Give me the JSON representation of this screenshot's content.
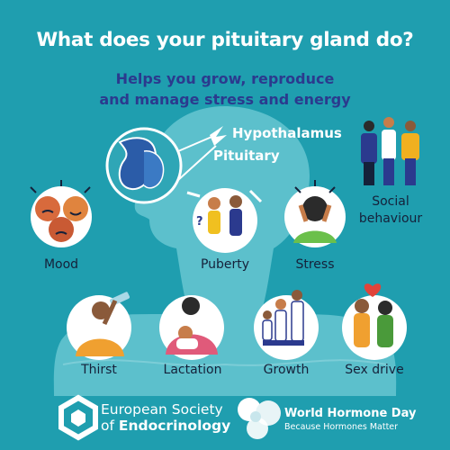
{
  "title": "What does your pituitary gland do?",
  "subtitle": {
    "line1": "Helps you grow, reproduce",
    "line2": "and manage stress and energy"
  },
  "gland_labels": {
    "hypothalamus": "Hypothalamus",
    "pituitary": "Pituitary"
  },
  "functions": [
    {
      "label": "Mood",
      "icon": "mood-faces-icon"
    },
    {
      "label": "Puberty",
      "icon": "puberty-couple-icon"
    },
    {
      "label": "Stress",
      "icon": "stressed-person-icon"
    },
    {
      "label_line1": "Social",
      "label_line2": "behaviour",
      "icon": "social-group-icon"
    },
    {
      "label": "Thirst",
      "icon": "drinking-person-icon"
    },
    {
      "label": "Lactation",
      "icon": "breastfeeding-icon"
    },
    {
      "label": "Growth",
      "icon": "growing-family-icon"
    },
    {
      "label": "Sex drive",
      "icon": "couple-heart-icon"
    }
  ],
  "footer": {
    "esc_line1": "European Society",
    "esc_line2_prefix": "of ",
    "esc_line2_bold": "Endocrinology",
    "whd_title": "World Hormone Day",
    "whd_tagline": "Because Hormones Matter"
  },
  "colors": {
    "background": "#1f9eaf",
    "silhouette": "#5cc0cc",
    "navy": "#2b3a8e",
    "white": "#ffffff"
  }
}
